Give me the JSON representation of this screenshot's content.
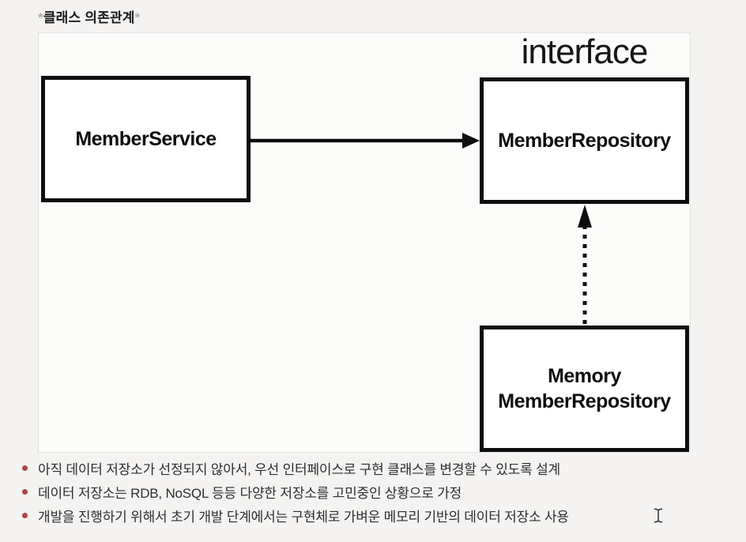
{
  "page": {
    "title_ast_left": "*",
    "title": "클래스 의존관계",
    "title_ast_right": "*"
  },
  "diagram": {
    "interface_label": "interface",
    "member_service_label": "MemberService",
    "member_repository_label": "MemberRepository",
    "memory_repository_label_line1": "Memory",
    "memory_repository_label_line2": "MemberRepository",
    "arrows": [
      {
        "name": "dependency-arrow",
        "from": "MemberService",
        "to": "MemberRepository",
        "style": "solid"
      },
      {
        "name": "implementation-arrow",
        "from": "MemoryMemberRepository",
        "to": "MemberRepository",
        "style": "dotted"
      }
    ]
  },
  "bullets": {
    "items": [
      {
        "text": "아직 데이터 저장소가 선정되지 않아서, 우선 인터페이스로 구현 클래스를 변경할 수 있도록 설계"
      },
      {
        "text": "데이터 저장소는 RDB, NoSQL 등등 다양한 저장소를 고민중인 상황으로 가정"
      },
      {
        "text": "개발을 진행하기 위해서 초기 개발 단계에서는 구현체로 가벼운 메모리 기반의 데이터 저장소 사용"
      }
    ]
  },
  "icons": {
    "text_cursor": "i-beam-text-cursor"
  },
  "colors": {
    "page_bg": "#f4f3f1",
    "canvas_bg": "#fbfbfa",
    "box_border": "#0e0e0e",
    "arrow": "#0e0e0e",
    "bullet_dot": "#b04441",
    "title_asterisk": "#b2ada7"
  }
}
